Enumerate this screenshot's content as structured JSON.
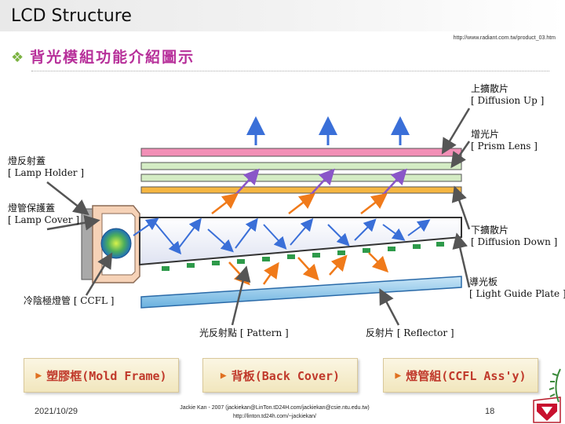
{
  "slide": {
    "title": "LCD Structure",
    "source_url": "http://www.radiant.com.tw/product_03.htm",
    "heading": "背光模組功能介紹圖示"
  },
  "labels": {
    "diffusion_up": "上擴散片\n[ Diffusion Up ]",
    "prism_lens": "增光片\n[ Prism Lens ]",
    "lamp_holder": "燈反射蓋\n[ Lamp Holder ]",
    "lamp_cover": "燈管保護蓋\n[ Lamp Cover ]",
    "diffusion_down": "下擴散片\n[ Diffusion Down ]",
    "light_guide": "導光板\n[ Light Guide Plate ]",
    "ccfl": "冷陰極燈管 [ CCFL ]",
    "pattern": "光反射點 [ Pattern ]",
    "reflector": "反射片 [ Reflector ]"
  },
  "buttons": {
    "mold_frame": "塑膠框(Mold Frame)",
    "back_cover": "背板(Back Cover)",
    "ccfl_assy": "燈管組(CCFL Ass'y)"
  },
  "footer": {
    "date": "2021/10/29",
    "credit_line1": "Jackie Kan - 2007 (jackiekan@LinTon.tD24H.com/jackiekan@csie.ntu.edu.tw)",
    "credit_line2": "http://linton.td24h.com/~jackiekan/",
    "page_number": "18"
  },
  "colors": {
    "heading": "#b7309a",
    "film_pink": "#f28fb6",
    "film_green": "#d4ecc4",
    "film_yellow": "#f5b642",
    "arrow_blue": "#3a6fd8",
    "arrow_orange": "#f07a1a",
    "arrow_purple": "#8a56c8",
    "button_text": "#c0392b"
  },
  "icons": [
    "lamp-tube-icon",
    "bullet-diamond-icon",
    "logo-emblem-icon",
    "laurel-icon"
  ]
}
